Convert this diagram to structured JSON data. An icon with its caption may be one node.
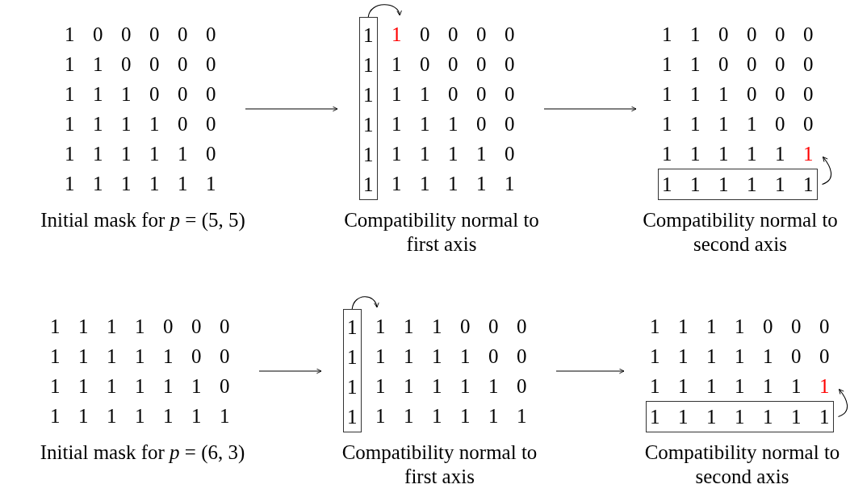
{
  "diagram": {
    "nodes": [
      {
        "text": [
          "1 0 0 0 0 0",
          "1 1 0 0 0 0",
          "1 1 1 0 0 0",
          "1 1 1 1 0 0",
          "1 1 1 1 1 0",
          "1 1 1 1 1 1"
        ],
        "beside": [
          "Initial mask for *p* = (5, 5)"
        ]
      },
      {
        "text": [
          "0 0 0 0",
          "1 0 0 0 0",
          "1 1 0 0 0",
          "1 1 1 0 0",
          "1 1 1 1 0",
          "1 1 1 1 1"
        ],
        "beside": [
          "Compatibility normal to first axis"
        ]
      },
      {
        "text": [
          "1 1 1 1 1 1"
        ],
        "in": 1
      },
      {
        "text": [
          "1"
        ],
        "in": 1
      },
      {
        "text": [
          "1 1 0 0 0 0",
          "1 1 0 0 0 0",
          "1 1 1 0 0 0",
          "1 1 1 1 0 0",
          "1 1 1 1 1"
        ],
        "beside": [
          "Compatibility normal to second axis"
        ]
      },
      {
        "text": [
          "1"
        ],
        "in": 4
      },
      {
        "text": [
          "1 1 1 1 1 1"
        ],
        "in": 4
      },
      {
        "text": [
          "1 1 1 1 0 0 0",
          "1 1 1 1 1 0 0",
          "1 1 1 1 1 1 0",
          "1 1 1 1 1 1 1"
        ],
        "beside": [
          "Initial mask for *p* = (6, 3)"
        ]
      },
      {
        "text": [
          "1 1 1 0 0 0",
          "1 1 1 1 0 0",
          "1 1 1 1 1 0",
          "1 1 1 1 1 1"
        ],
        "beside": [
          "Compatibility normal to first axis"
        ]
      },
      {
        "text": [
          "1 1 1 1"
        ],
        "in": 8
      },
      {
        "text": [
          "1 1 1 1 0 0 0",
          "1 1 1 1 1 0 0",
          "1 1 1 1 1 1"
        ],
        "beside": [
          "Compatibility normal to second axis"
        ]
      },
      {
        "text": [
          "1"
        ],
        "in": 10
      },
      {
        "text": [
          "1 1 1 1 1 1 1"
        ],
        "in": 10
      }
    ],
    "edges": [
      {
        "from": 0,
        "to": 1,
        "arrow": "to"
      },
      {
        "from": 2,
        "to": 3,
        "arrow": "to"
      },
      {
        "from": 1,
        "to": 4,
        "arrow": "to"
      },
      {
        "from": 6,
        "to": 5,
        "arrow": "to"
      },
      {
        "from": 7,
        "to": 8,
        "arrow": "to"
      },
      {
        "from": 9,
        "to": null,
        "arrow": "to"
      },
      {
        "from": 8,
        "to": 10,
        "arrow": "to"
      },
      {
        "from": 12,
        "to": 11,
        "arrow": "to"
      }
    ]
  }
}
